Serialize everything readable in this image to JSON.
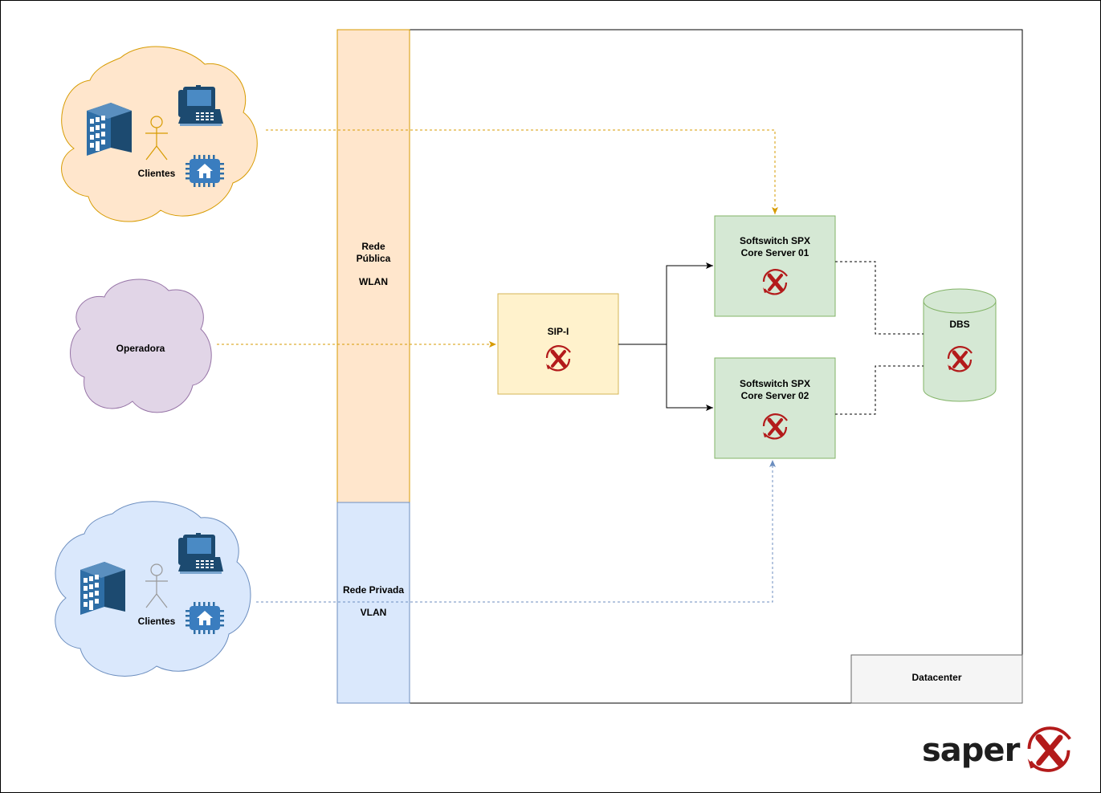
{
  "clouds": {
    "clients_top": {
      "label": "Clientes",
      "color": "#ffe6cc",
      "stroke": "#d79b00"
    },
    "operadora": {
      "label": "Operadora",
      "color": "#e1d5e7",
      "stroke": "#9673a6"
    },
    "clients_bottom": {
      "label": "Clientes",
      "color": "#dae8fc",
      "stroke": "#6c8ebf"
    }
  },
  "networks": {
    "public": {
      "line1": "Rede",
      "line2": "Pública",
      "line3": "WLAN",
      "color": "#ffe6cc"
    },
    "private": {
      "line1": "Rede Privada",
      "line2": "VLAN",
      "color": "#dae8fc"
    }
  },
  "nodes": {
    "sipi": {
      "label": "SIP-I",
      "color": "#fff2cc"
    },
    "core1": {
      "line1": "Softswitch SPX",
      "line2": "Core Server 01",
      "color": "#d5e8d4"
    },
    "core2": {
      "line1": "Softswitch SPX",
      "line2": "Core Server 02",
      "color": "#d5e8d4"
    },
    "dbs": {
      "label": "DBS",
      "color": "#d5e8d4"
    }
  },
  "datacenter": {
    "label": "Datacenter"
  },
  "logo": {
    "text": "saper"
  },
  "icons": [
    "building-icon",
    "person-icon",
    "desk-phone-icon",
    "iot-home-chip-icon",
    "saperx-x-icon"
  ]
}
